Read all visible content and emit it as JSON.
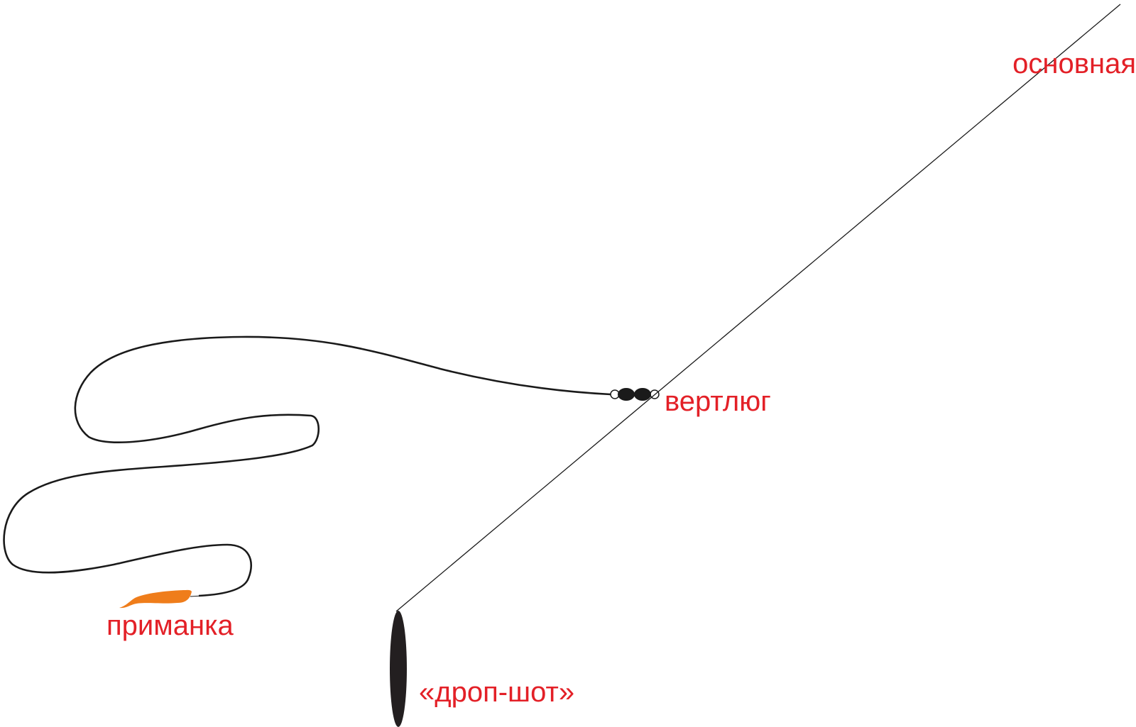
{
  "labels": {
    "main_line": "основная",
    "swivel": "вертлюг",
    "lure": "приманка",
    "drop_shot": "«дроп-шот»"
  },
  "colors": {
    "label": "#e32027",
    "line": "#1a1a1a",
    "lure": "#ef7d1b",
    "weight": "#231f20"
  }
}
